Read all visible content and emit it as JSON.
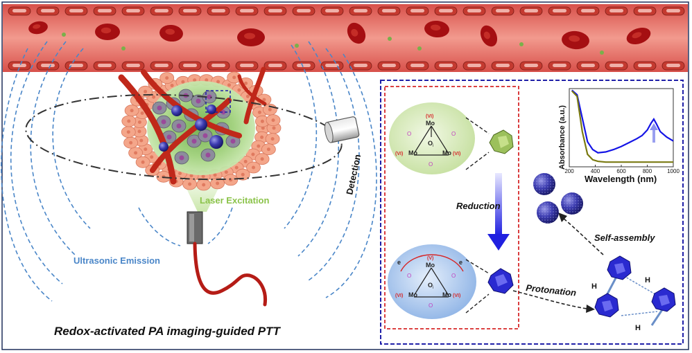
{
  "labels": {
    "laser_excitation": "Laser Excitation",
    "ultrasonic_emission": "Ultrasonic Emission",
    "detection": "Detection",
    "caption": "Redox-activated PA imaging-guided PTT",
    "reduction": "Reduction",
    "protonation": "Protonation",
    "self_assembly": "Self-assembly"
  },
  "structure_top": {
    "mo": "Mo",
    "vi": "(VI)",
    "o": "O",
    "o_sub": "t",
    "o_center_sub": "i"
  },
  "structure_bottom": {
    "mo": "Mo",
    "v": "(V)",
    "vi": "(VI)",
    "e": "e",
    "o": "O",
    "o_center_sub": "i"
  },
  "h_label": "H",
  "colors": {
    "vessel": "#e8796e",
    "rbc": "#a50f12",
    "dashed_wave": "#4a86c8",
    "laser_label": "#8bc34a",
    "red_box": "#d62728",
    "blue_box": "#1f1fa8",
    "cluster": "#3a3ac9",
    "series_blue": "#1414e6",
    "series_olive": "#7a7a12"
  },
  "chart_data": {
    "type": "line",
    "xlabel": "Wavelength (nm)",
    "ylabel": "Absorbance (a.u.)",
    "xlim": [
      200,
      1000
    ],
    "xticks": [
      "200",
      "400",
      "600",
      "800",
      "1000"
    ],
    "series": [
      {
        "x": [
          220,
          260,
          300,
          340,
          380,
          420,
          480,
          540,
          600,
          660,
          720,
          760,
          800,
          830,
          850,
          870,
          900,
          950,
          1000
        ],
        "values": [
          0.98,
          0.92,
          0.62,
          0.32,
          0.22,
          0.18,
          0.19,
          0.22,
          0.26,
          0.31,
          0.36,
          0.4,
          0.47,
          0.56,
          0.61,
          0.55,
          0.45,
          0.38,
          0.33
        ]
      },
      {
        "x": [
          220,
          260,
          300,
          340,
          380,
          420,
          480,
          540,
          600,
          700,
          800,
          900,
          1000
        ],
        "values": [
          0.97,
          0.9,
          0.45,
          0.16,
          0.09,
          0.07,
          0.06,
          0.06,
          0.06,
          0.06,
          0.06,
          0.06,
          0.06
        ]
      }
    ]
  }
}
